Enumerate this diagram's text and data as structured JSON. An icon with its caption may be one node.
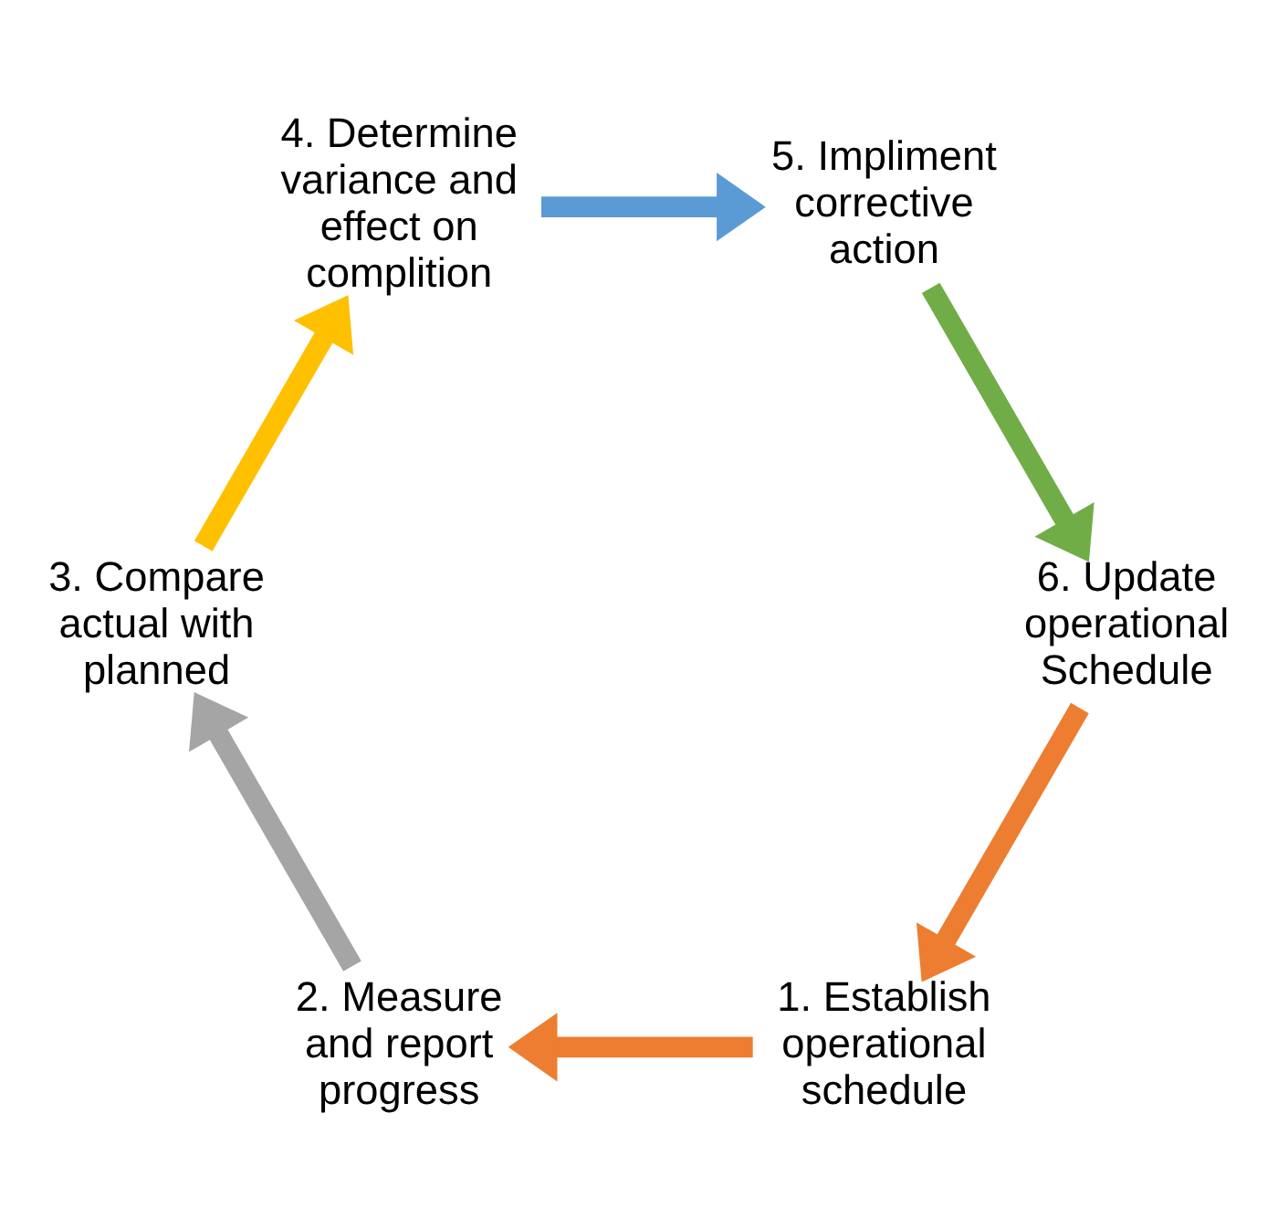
{
  "diagram": {
    "nodes": [
      {
        "text": [
          "1. Establish operational schedule"
        ]
      },
      {
        "text": [
          "2. Measure and report progress"
        ]
      },
      {
        "text": [
          "3. Compare actual with planned"
        ]
      },
      {
        "text": [
          "4. Determine variance and effect on complition"
        ]
      },
      {
        "text": [
          "5. Impliment corrective action"
        ]
      },
      {
        "text": [
          "6. Update operational Schedule"
        ]
      }
    ],
    "edges": [
      {
        "from": 0,
        "to": 1,
        "arrow": "to",
        "color": "#ed7d31"
      },
      {
        "from": 1,
        "to": 2,
        "arrow": "to",
        "color": "#a5a5a5"
      },
      {
        "from": 2,
        "to": 3,
        "arrow": "to",
        "color": "#ffc000"
      },
      {
        "from": 3,
        "to": 4,
        "arrow": "to",
        "color": "#5b9bd5"
      },
      {
        "from": 4,
        "to": 5,
        "arrow": "to",
        "color": "#70ad47"
      },
      {
        "from": 5,
        "to": 0,
        "arrow": "to",
        "color": "#ed7d31"
      }
    ]
  }
}
